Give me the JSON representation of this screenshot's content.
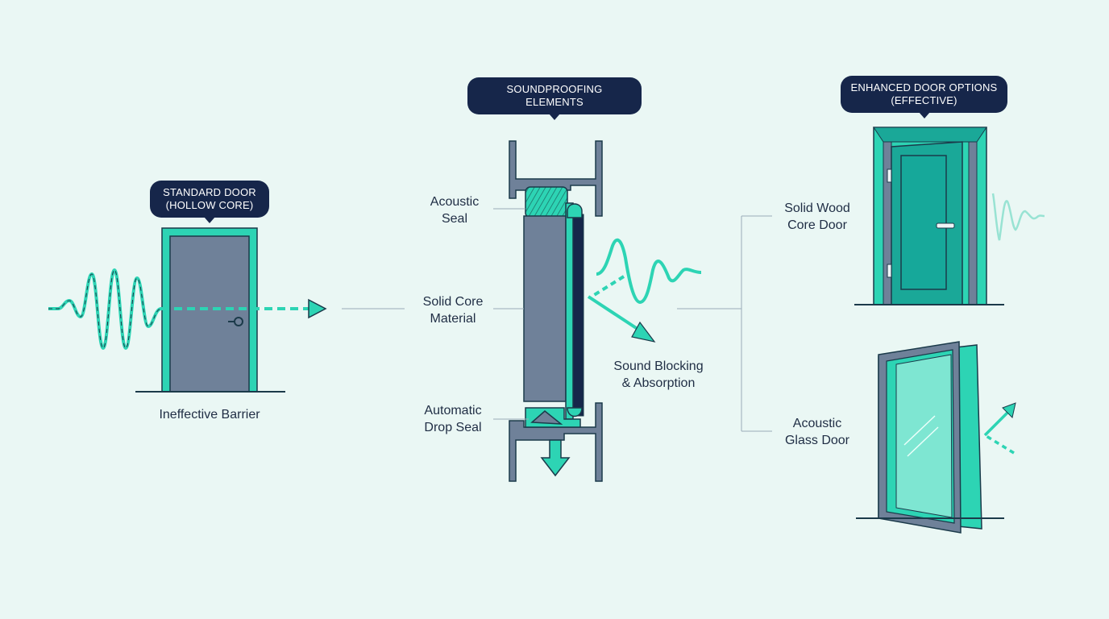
{
  "colors": {
    "background": "#eaf7f4",
    "teal": "#2dd4b4",
    "teal_dark": "#1aa898",
    "slate": "#6f8199",
    "slate_dark": "#4d5f78",
    "navy": "#16264a",
    "line": "#9aabb8"
  },
  "standard_door": {
    "title_line1": "STANDARD DOOR",
    "title_line2": "(HOLLOW CORE)",
    "caption": "Ineffective Barrier"
  },
  "soundproofing": {
    "title": "SOUNDPROOFING ELEMENTS",
    "labels": {
      "acoustic_seal_line1": "Acoustic",
      "acoustic_seal_line2": "Seal",
      "solid_core_line1": "Solid Core",
      "solid_core_line2": "Material",
      "drop_seal_line1": "Automatic",
      "drop_seal_line2": "Drop Seal",
      "sound_blocking_line1": "Sound Blocking",
      "sound_blocking_line2": "& Absorption"
    }
  },
  "enhanced": {
    "title_line1": "ENHANCED DOOR OPTIONS",
    "title_line2": "(EFFECTIVE)",
    "solid_wood_line1": "Solid Wood",
    "solid_wood_line2": "Core Door",
    "glass_line1": "Acoustic",
    "glass_line2": "Glass Door"
  }
}
